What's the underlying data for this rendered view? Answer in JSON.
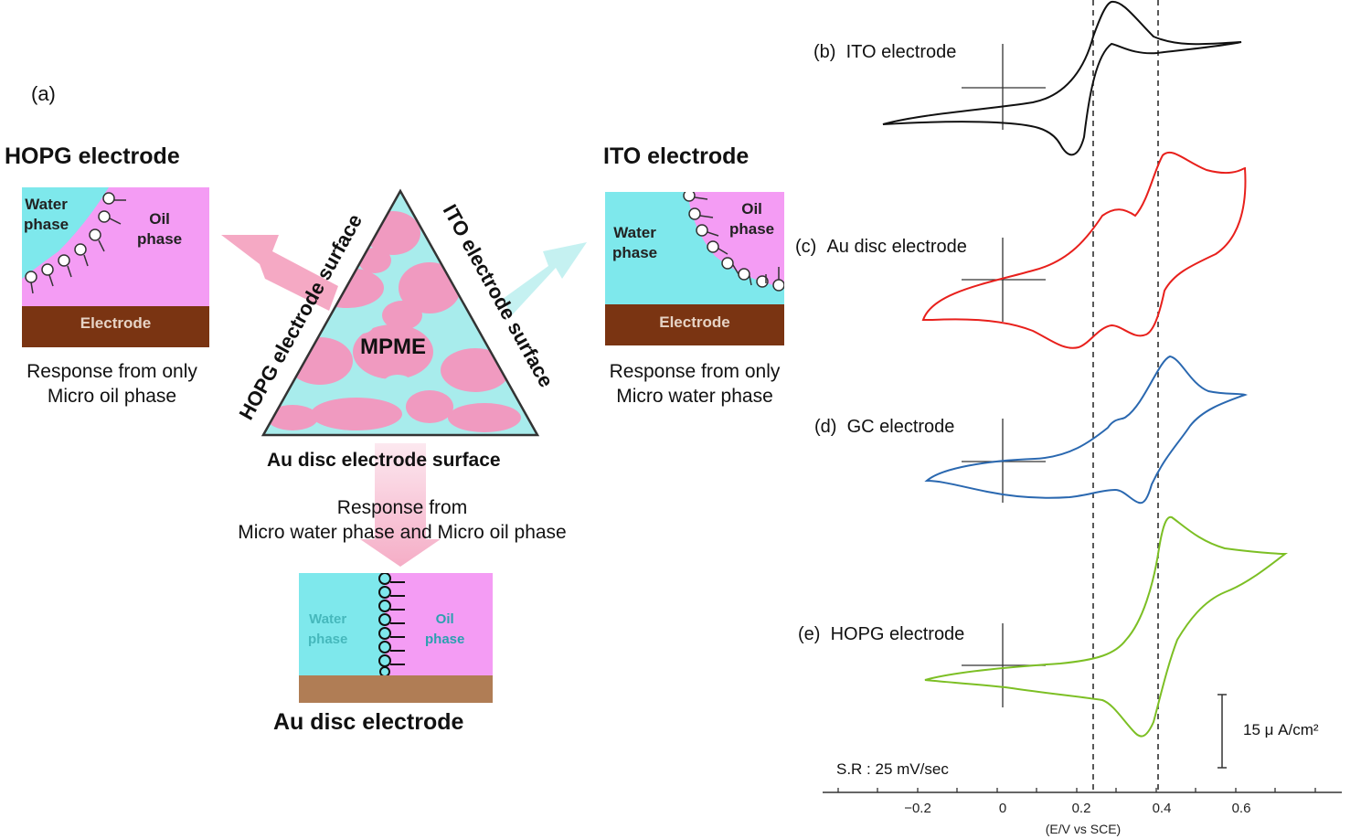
{
  "panel_a": {
    "label": "(a)",
    "hopg": {
      "title": "HOPG electrode",
      "water_phase": [
        "Water",
        "phase"
      ],
      "oil_phase": [
        "Oil",
        "phase"
      ],
      "electrode": "Electrode",
      "response": [
        "Response from only",
        "Micro oil phase"
      ]
    },
    "ito": {
      "title": "ITO electrode",
      "water_phase": [
        "Water",
        "phase"
      ],
      "oil_phase": [
        "Oil",
        "phase"
      ],
      "electrode": "Electrode",
      "response": [
        "Response from only",
        "Micro water phase"
      ]
    },
    "triangle": {
      "center": "MPME",
      "left_side": "HOPG electrode surface",
      "right_side": "ITO electrode surface",
      "bottom_side": "Au disc electrode surface"
    },
    "au": {
      "response": [
        "Response from",
        "Micro water phase and Micro oil phase"
      ],
      "water_phase": [
        "Water",
        "phase"
      ],
      "oil_phase": [
        "Oil",
        "phase"
      ],
      "title": "Au disc electrode"
    },
    "colors": {
      "water": "#7ee8ec",
      "oil": "#f49cf4",
      "electrode": "#7a3412",
      "au_base": "#b07d55"
    }
  },
  "panels_cv": [
    {
      "label": "(b)",
      "name": "ITO electrode",
      "color": "#111111"
    },
    {
      "label": "(c)",
      "name": "Au disc electrode",
      "color": "#e8201c"
    },
    {
      "label": "(d)",
      "name": "GC electrode",
      "color": "#2a68b0"
    },
    {
      "label": "(e)",
      "name": "HOPG electrode",
      "color": "#7cbf24"
    }
  ],
  "axis": {
    "ticks": [
      "−0.2",
      "0",
      "0.2",
      "0.4",
      "0.6"
    ],
    "xlabel": "(E/V vs SCE)",
    "scan_rate": "S.R : 25 mV/sec",
    "scale_bar": "15 μ A/cm²"
  }
}
